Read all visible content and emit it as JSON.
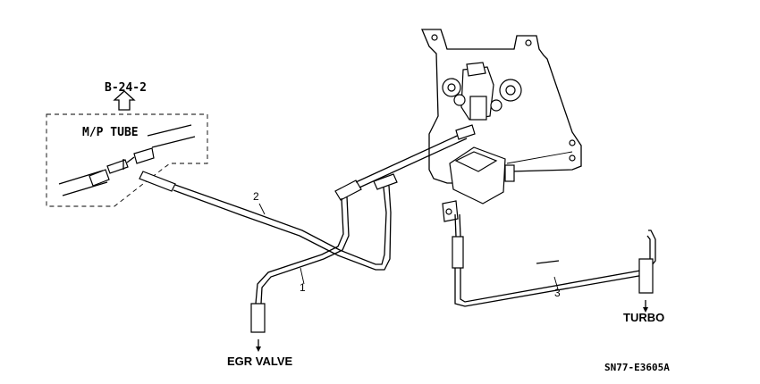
{
  "labels": {
    "ref": "B-24-2",
    "mp_tube": "M/P TUBE",
    "egr_valve": "EGR VALVE",
    "turbo": "TURBO",
    "diagram_code": "SN77-E3605A"
  },
  "callouts": [
    "1",
    "2",
    "3"
  ]
}
